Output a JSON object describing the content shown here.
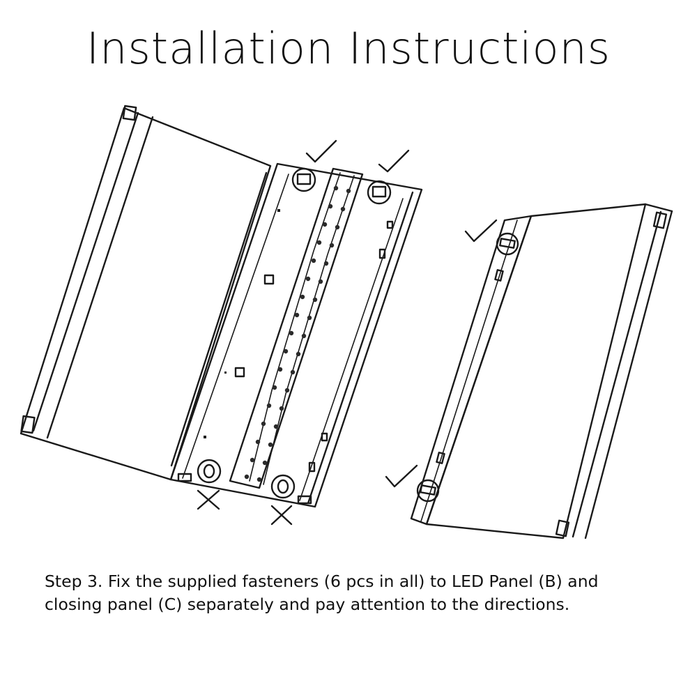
{
  "header": {
    "title": "Installation Instructions"
  },
  "instructions": {
    "line1": "Step 3. Fix the supplied fasteners (6 pcs in all) to LED Panel (B) and",
    "line2": "closing panel (C) separately and pay attention to the directions."
  },
  "diagram": {
    "correct_mark_count": 4,
    "wrong_mark_count": 2
  }
}
